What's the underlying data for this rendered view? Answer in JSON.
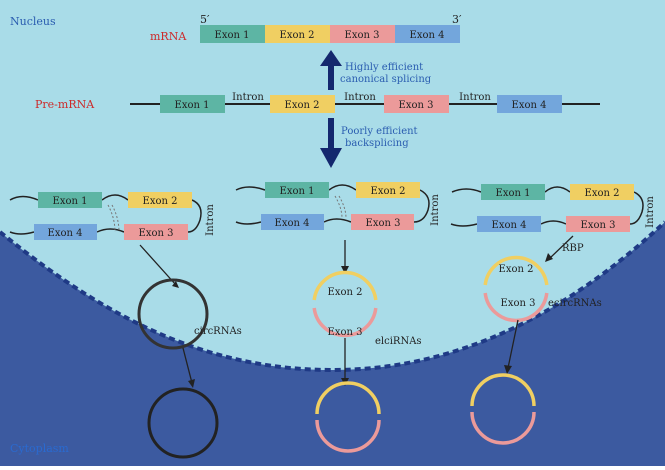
{
  "compartments": {
    "nucleus": "Nucleus",
    "cytoplasm": "Cytoplasm"
  },
  "mrna": {
    "label": "mRNA",
    "five_prime": "5′",
    "three_prime": "3′",
    "exons": [
      "Exon 1",
      "Exon 2",
      "Exon 3",
      "Exon 4"
    ]
  },
  "pre_mrna": {
    "label": "Pre-mRNA",
    "exons": [
      "Exon 1",
      "Exon 2",
      "Exon 3",
      "Exon 4"
    ],
    "introns": [
      "Intron",
      "Intron",
      "Intron"
    ]
  },
  "arrows": {
    "up_line1": "Highly efficient",
    "up_line2": "canonical splicing",
    "down_line1": "Poorly efficient",
    "down_line2": "backsplicing"
  },
  "left_panel": {
    "exons": [
      "Exon 1",
      "Exon 2",
      "Exon 4",
      "Exon 3"
    ],
    "intron": "Intron",
    "product": "circRNAs"
  },
  "middle_panel": {
    "exons": [
      "Exon 1",
      "Exon 2",
      "Exon 4",
      "Exon 3"
    ],
    "intron": "Intron",
    "circle_exons": [
      "Exon 2",
      "Exon 3"
    ],
    "product": "elciRNAs"
  },
  "right_panel": {
    "exons": [
      "Exon 1",
      "Exon 2",
      "Exon 4",
      "Exon 3"
    ],
    "intron": "Intron",
    "rbp": "RBP",
    "circle_exons": [
      "Exon 2",
      "Exon 3"
    ],
    "product": "ecircRNAs"
  },
  "colors": {
    "exon1": "#5db5a4",
    "exon2": "#f0cf62",
    "exon3": "#eb9a9a",
    "exon4": "#73a6dc",
    "nucleus_bg": "#a9dce8",
    "cytoplasm_bg": "#3c5aa0",
    "arrow": "#14286e"
  }
}
